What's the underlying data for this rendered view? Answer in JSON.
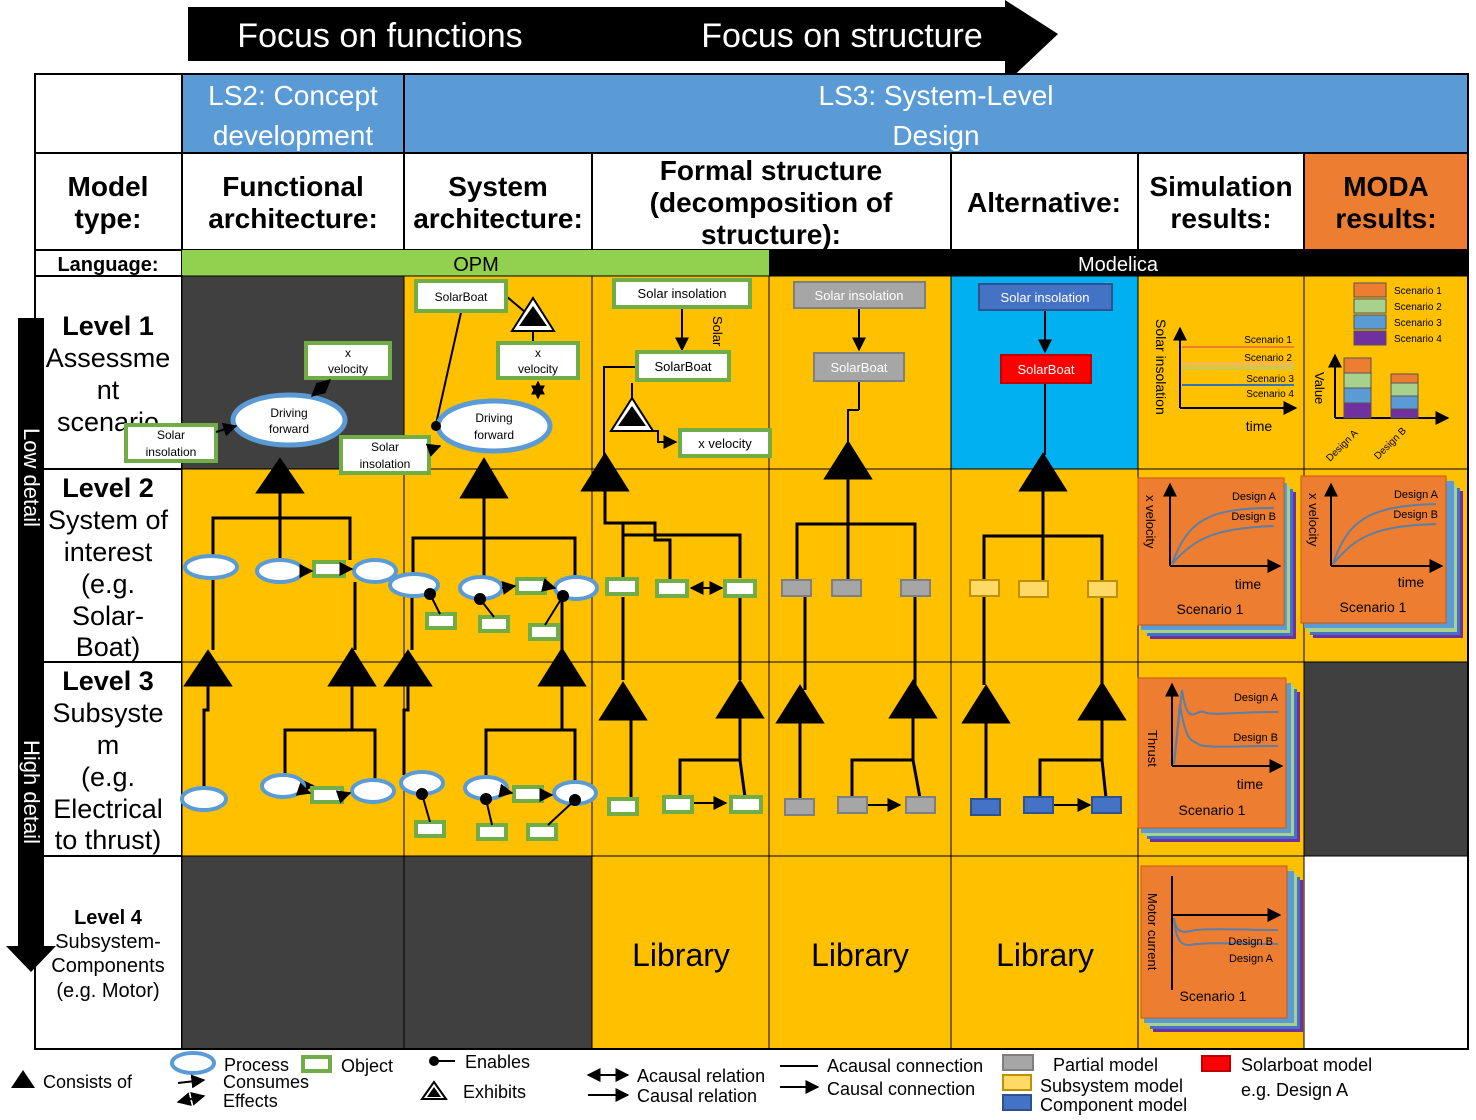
{
  "banner": {
    "left": "Focus on functions",
    "right": "Focus on structure"
  },
  "phases": {
    "ls2": [
      "LS2: Concept",
      "development"
    ],
    "ls3": [
      "LS3: System-Level",
      "Design"
    ]
  },
  "headers": {
    "model_type": [
      "Model",
      "type:"
    ],
    "functional": [
      "Functional",
      "architecture:"
    ],
    "system": [
      "System",
      "architecture:"
    ],
    "formal": [
      "Formal structure",
      "(decomposition of",
      "structure):"
    ],
    "alternative": "Alternative:",
    "simulation": [
      "Simulation",
      "results:"
    ],
    "moda": [
      "MODA",
      "results:"
    ]
  },
  "language": {
    "label": "Language:",
    "opm": "OPM",
    "modelica": "Modelica"
  },
  "levels": {
    "l1": {
      "title": "Level 1",
      "lines": [
        "Assessme",
        "nt",
        "scenario"
      ]
    },
    "l2": {
      "title": "Level 2",
      "lines": [
        "System of",
        "interest",
        "(e.g.",
        "Solar-",
        "Boat)"
      ]
    },
    "l3": {
      "title": "Level 3",
      "lines": [
        "Subsyste",
        "m",
        "(e.g.",
        "Electrical",
        "to thrust)"
      ]
    },
    "l4": {
      "title": "Level 4",
      "lines": [
        "Subsystem-",
        "Components",
        "(e.g. Motor)"
      ]
    }
  },
  "detail_arrow": {
    "top": "Low detail",
    "bottom": "High detail"
  },
  "boxes": {
    "x_velocity": [
      "x",
      "velocity"
    ],
    "driving_forward": [
      "Driving",
      "forward"
    ],
    "solar_insolation_2": [
      "Solar",
      "insolation"
    ],
    "solar_insolation": "Solar insolation",
    "solarboat": "SolarBoat",
    "x_velocity_single": "x velocity",
    "solar_vertical": "Solar"
  },
  "library": "Library",
  "charts": {
    "sim1": {
      "ylabel": "Solar insolation",
      "xlabel": "time",
      "series": [
        {
          "name": "Scenario 1",
          "color": "#ed7d31"
        },
        {
          "name": "Scenario 2",
          "color": "#f4b183"
        },
        {
          "name": "Scenario 3",
          "color": "#a9d18e"
        },
        {
          "name": "Scenario 4",
          "color": "#2e75b6"
        }
      ]
    },
    "moda1": {
      "ylabel": "Value",
      "legend": [
        "Scenario 1",
        "Scenario 2",
        "Scenario 3",
        "Scenario 4"
      ],
      "colors": [
        "#ed7d31",
        "#a9d18e",
        "#5b9bd5",
        "#7030a0"
      ],
      "categories": [
        "Design A",
        "Design B"
      ]
    },
    "sim2": {
      "ylabel": "x velocity",
      "xlabel": "time",
      "curves": [
        "Design A",
        "Design B"
      ],
      "scenario": "Scenario 1"
    },
    "moda2": {
      "ylabel": "x velocity",
      "xlabel": "time",
      "curves": [
        "Design A",
        "Design B"
      ],
      "scenario": "Scenario 1"
    },
    "sim3": {
      "ylabel": "Thrust",
      "xlabel": "time",
      "curves": [
        "Design A",
        "Design B"
      ],
      "scenario": "Scenario 1"
    },
    "sim4": {
      "ylabel": "Motor current",
      "curves": [
        "Design B",
        "Design A"
      ],
      "scenario": "Scenario 1"
    }
  },
  "legend": {
    "consists_of": "Consists of",
    "process": "Process",
    "object": "Object",
    "consumes": "Consumes",
    "effects": "Effects",
    "enables": "Enables",
    "exhibits": "Exhibits",
    "acausal_relation": "Acausal relation",
    "causal_relation": "Causal relation",
    "acausal_connection": "Acausal connection",
    "causal_connection": "Causal connection",
    "partial_model": "Partial model",
    "subsystem_model": "Subsystem model",
    "component_model": "Component model",
    "solarboat_model": "Solarboat model",
    "design_a": "e.g. Design A"
  },
  "colors": {
    "ls2_blue": "#5b9bd5",
    "ls3_blue": "#5b9bd5",
    "moda_orange": "#ed7d31",
    "cell_yellow": "#ffc000",
    "cell_dark": "#404040",
    "opm_green": "#92d050",
    "object_green": "#70ad47",
    "process_blue": "#5b9bd5",
    "partial_gray": "#a6a6a6",
    "subsystem_yellow": "#ffd966",
    "component_blue": "#4472c4",
    "solarboat_red": "#ff0000",
    "alt_cyan": "#00b0f0"
  }
}
